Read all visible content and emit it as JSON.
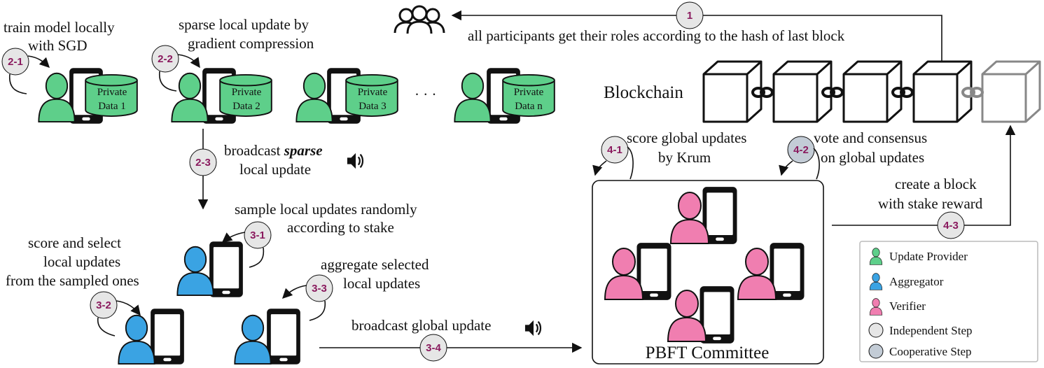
{
  "steps": {
    "s1": "1",
    "s2_1": "2-1",
    "s2_2": "2-2",
    "s2_3": "2-3",
    "s3_1": "3-1",
    "s3_2": "3-2",
    "s3_3": "3-3",
    "s3_4": "3-4",
    "s4_1": "4-1",
    "s4_2": "4-2",
    "s4_3": "4-3"
  },
  "text": {
    "roles": "all participants get their roles according to the hash of last block",
    "blockchain": "Blockchain",
    "train_1": "train model locally",
    "train_2": "with SGD",
    "sparse_1": "sparse local update by",
    "sparse_2": "gradient compression",
    "broadcast_prefix": "broadcast ",
    "broadcast_em": "sparse",
    "broadcast_2": "local update",
    "sample_1": "sample local updates randomly",
    "sample_2": "according to stake",
    "score_select_1": "score and select",
    "score_select_2": "local updates",
    "score_select_3": "from the sampled ones",
    "aggregate_1": "aggregate selected",
    "aggregate_2": "local updates",
    "broadcast_global": "broadcast global update",
    "score_global_1": "score global updates",
    "score_global_2": "by Krum",
    "vote_1": "vote and consensus",
    "vote_2": "on global updates",
    "create_1": "create a block",
    "create_2": "with stake reward",
    "pbft": "PBFT Committee",
    "ellipsis": "· · ·"
  },
  "data_labels": {
    "d1_line1": "Private",
    "d1_line2": "Data 1",
    "d2_line1": "Private",
    "d2_line2": "Data 2",
    "d3_line1": "Private",
    "d3_line2": "Data 3",
    "dn_line1": "Private",
    "dn_line2": "Data n"
  },
  "legend": {
    "provider": "Update Provider",
    "aggregator": "Aggregator",
    "verifier": "Verifier",
    "independent": "Independent Step",
    "cooperative": "Cooperative Step"
  },
  "colors": {
    "provider": "#5ecf8a",
    "aggregator": "#3aa3e3",
    "verifier": "#f07eb0",
    "independent": "#e6e6e6",
    "cooperative": "#c3ccd6",
    "step_text": "#8a1a5e"
  }
}
